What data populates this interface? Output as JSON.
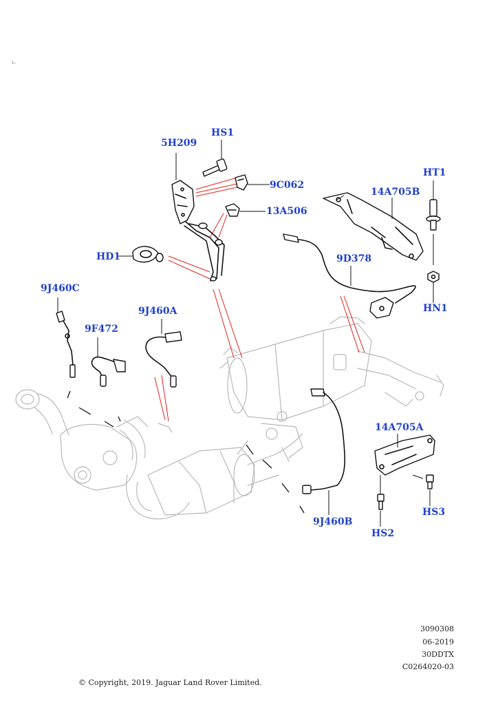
{
  "callouts": [
    {
      "id": "5h209",
      "text": "5H209"
    },
    {
      "id": "hs1",
      "text": "HS1"
    },
    {
      "id": "9c062",
      "text": "9C062"
    },
    {
      "id": "13a506",
      "text": "13A506"
    },
    {
      "id": "hd1",
      "text": "HD1"
    },
    {
      "id": "14a705b",
      "text": "14A705B"
    },
    {
      "id": "ht1",
      "text": "HT1"
    },
    {
      "id": "9d378",
      "text": "9D378"
    },
    {
      "id": "hn1",
      "text": "HN1"
    },
    {
      "id": "9j460c",
      "text": "9J460C"
    },
    {
      "id": "9f472",
      "text": "9F472"
    },
    {
      "id": "9j460a",
      "text": "9J460A"
    },
    {
      "id": "14a705a",
      "text": "14A705A"
    },
    {
      "id": "hs3",
      "text": "HS3"
    },
    {
      "id": "hs2",
      "text": "HS2"
    },
    {
      "id": "9j460b",
      "text": "9J460B"
    }
  ],
  "meta": {
    "diagram_number": "3090308",
    "date": "06-2019",
    "engine_code": "30DDTX",
    "reference": "C0264020-03"
  },
  "copyright": "© Copyright, 2019. Jaguar Land Rover Limited.",
  "colors": {
    "callout_text": "#1f3fd0",
    "leader_red": "#e2231a",
    "ghost_gray": "#b8b8b8",
    "part_line": "#111111"
  }
}
